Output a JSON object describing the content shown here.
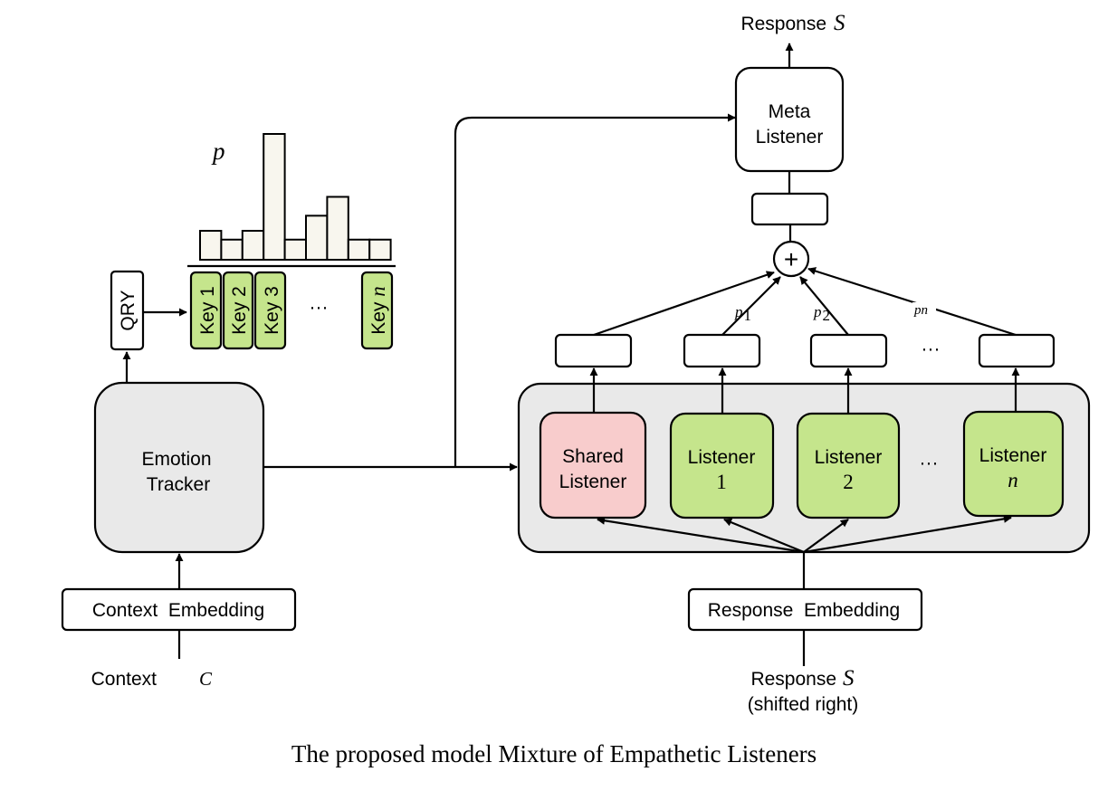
{
  "nodes": {
    "context_input": {
      "label": "Context",
      "var": "C"
    },
    "context_embedding": "Context  Embedding",
    "emotion_tracker": [
      "Emotion",
      "Tracker"
    ],
    "qry": "QRY",
    "keys": [
      {
        "label": "Key 1"
      },
      {
        "label": "Key 2"
      },
      {
        "label": "Key 3"
      },
      {
        "label": "Key ",
        "var": "n"
      }
    ],
    "keys_ellipsis": "···",
    "distribution_label": "p",
    "meta_listener": [
      "Meta",
      "Listener"
    ],
    "response_output": {
      "label": "Response",
      "var": "S"
    },
    "sum_symbol": "+",
    "shared_listener": [
      "Shared",
      "Listener"
    ],
    "listeners": [
      {
        "name": "Listener",
        "index": "1"
      },
      {
        "name": "Listener",
        "index": "2"
      },
      {
        "name": "Listener",
        "index": "n"
      }
    ],
    "listeners_ellipsis": "···",
    "weights": [
      "p1",
      "p2",
      "pn"
    ],
    "response_embedding": "Response  Embedding",
    "response_input": {
      "label": "Response",
      "var": "S",
      "line2": "(shifted right)"
    }
  },
  "histogram": {
    "values": [
      0.23,
      0.16,
      0.23,
      1.0,
      0.16,
      0.35,
      0.5,
      0.16,
      0.16
    ]
  },
  "colors": {
    "key_fill": "#c5e58c",
    "listener_fill": "#c5e58c",
    "shared_fill": "#f8cccc",
    "tracker_fill": "#e9e9e9",
    "panel_fill": "#e9e9e9",
    "bar_fill": "#f8f6ee"
  },
  "caption": "The proposed model Mixture of Empathetic Listeners"
}
